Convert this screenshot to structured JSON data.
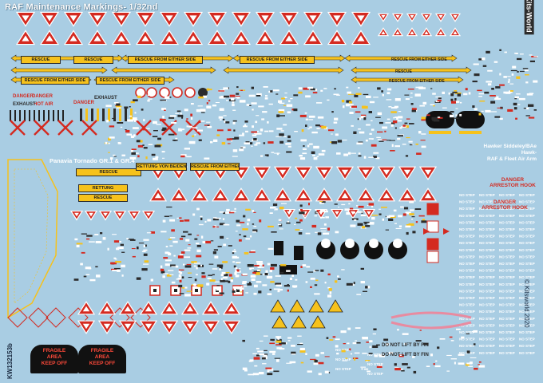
{
  "sheet": {
    "title": "RAF Maintenance Markings- 1/32nd",
    "brand": "Kits-World",
    "subtitle_tornado": "Panavia Tornado GR.1 & GR.4",
    "subtitle_hawk_lines": [
      "Hawker Siddeley/BAe Hawk-",
      "RAF & Fleet Air Arm"
    ],
    "product_code": "KW132153b",
    "copyright": "© Kitsworld 2020",
    "fragile_lines": [
      "FRAGILE",
      "AREA",
      "KEEP OFF"
    ],
    "danger_arrestor_lines": [
      "DANGER",
      "ARRESTOR HOOK"
    ],
    "markings": {
      "rescue": "RESCUE",
      "rescue_either": "RESCUE FROM EITHER SIDE",
      "rettung": "RETTUNG",
      "rescue_de": "RETTUNG VON BEIDEN SEITEN",
      "no_step": "NO STEP",
      "danger": "DANGER",
      "hot_air": "HOT AIR",
      "exhaust": "EXHAUST",
      "do_not_lift": "DO NOT LIFT BY FIN"
    },
    "colors": {
      "background": "#a9cde3",
      "red": "#d42a20",
      "yellow": "#f6c21c",
      "black": "#111111",
      "white": "#ffffff"
    }
  }
}
